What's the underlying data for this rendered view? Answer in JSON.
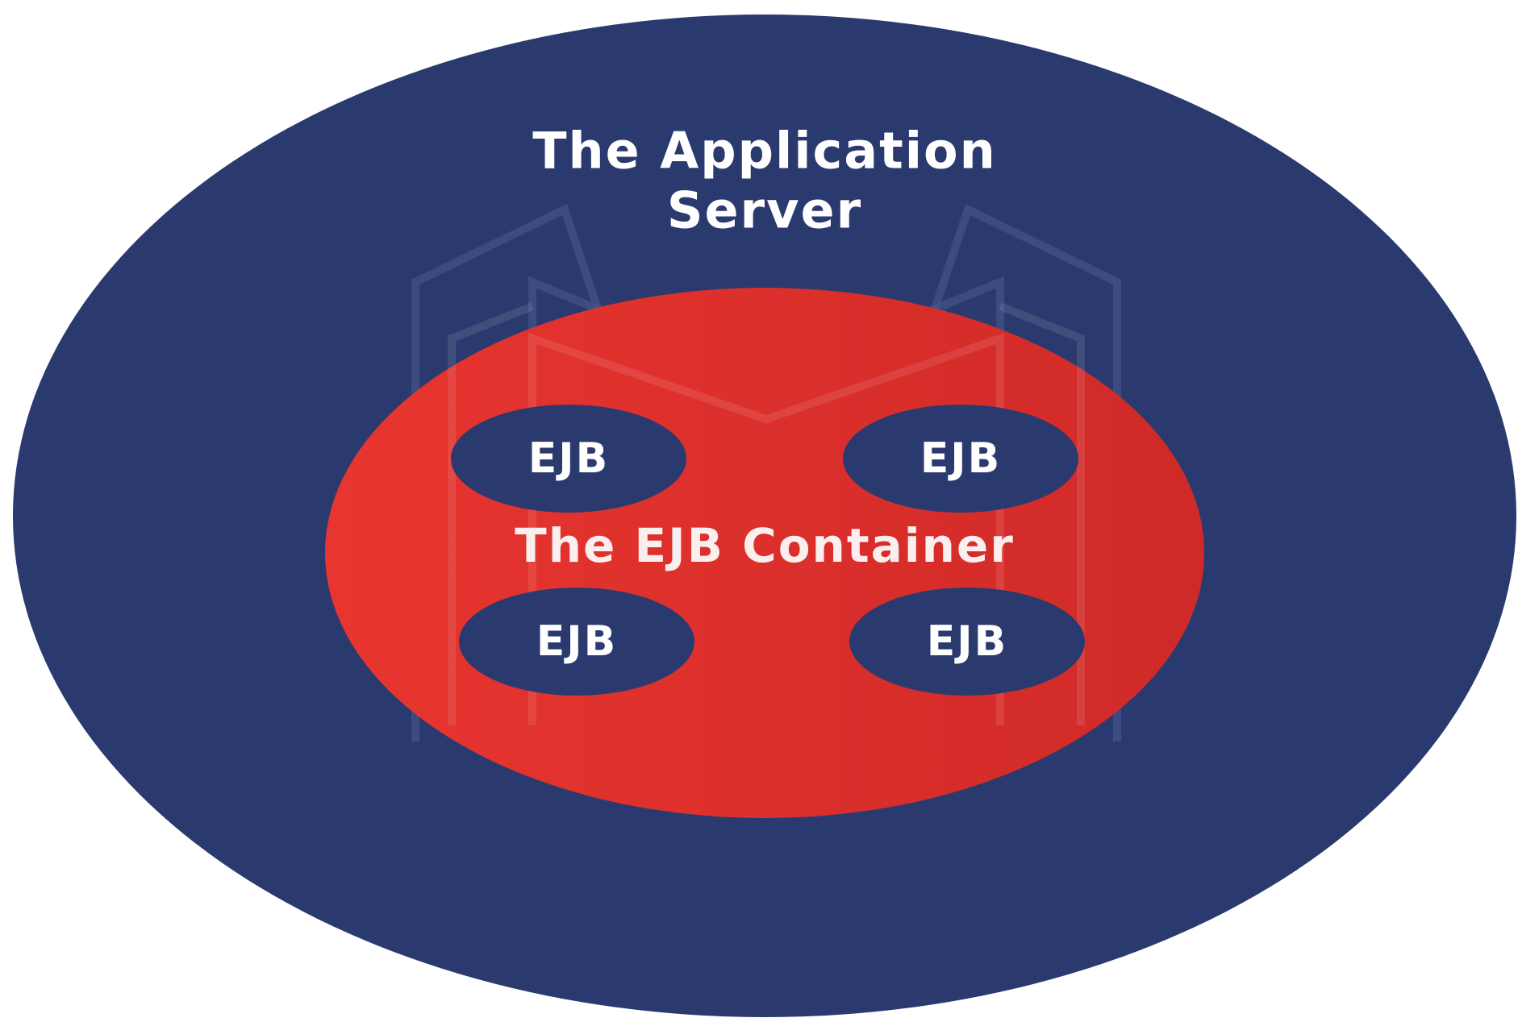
{
  "diagram": {
    "server": {
      "title_line1": "The Application",
      "title_line2": "Server",
      "color": "#2b3a6e"
    },
    "container": {
      "title": "The EJB Container",
      "color": "#e0312d"
    },
    "ejbs": [
      {
        "label": "EJB"
      },
      {
        "label": "EJB"
      },
      {
        "label": "EJB"
      },
      {
        "label": "EJB"
      }
    ],
    "ejb_color": "#2b3a6e",
    "text_color": "#ffffff"
  }
}
